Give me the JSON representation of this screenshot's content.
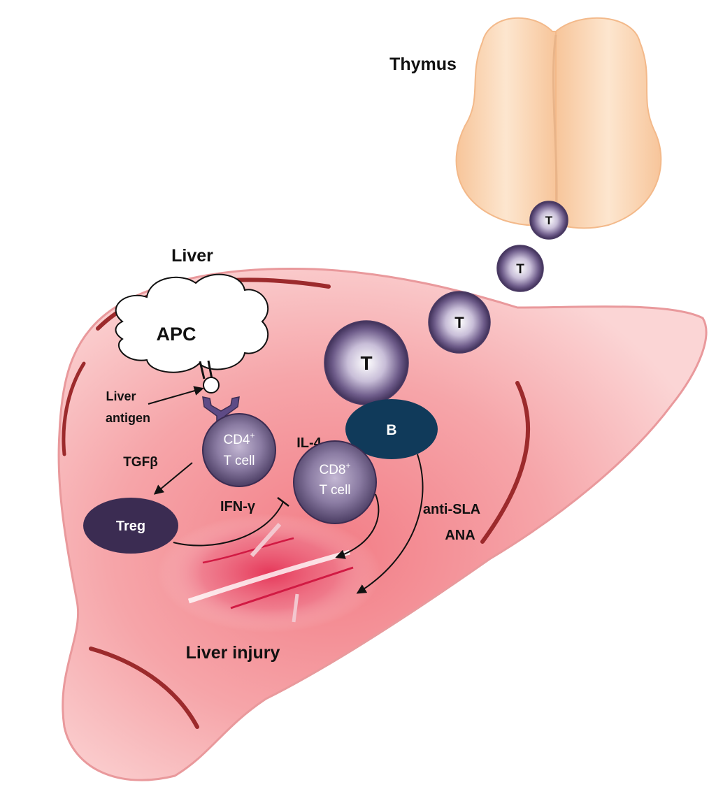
{
  "labels": {
    "thymus": "Thymus",
    "liver": "Liver",
    "apc": "APC",
    "liver_antigen_line1": "Liver",
    "liver_antigen_line2": "antigen",
    "il4": "IL-4",
    "tgfb": "TGFβ",
    "ifng": "IFN-γ",
    "anti_sla": "anti-SLA",
    "ana": "ANA",
    "liver_injury": "Liver injury"
  },
  "cells": {
    "t_cell": "T",
    "b_cell": "B",
    "treg": "Treg",
    "cd4_name": "CD4",
    "cd4_sup": "+",
    "cd4_line2": "T cell",
    "cd8_name": "CD8",
    "cd8_sup": "+",
    "cd8_line2": "T cell"
  },
  "colors": {
    "liver_fill": "#f7b4b6",
    "liver_stroke": "#e58f92",
    "thymus_fill": "#fbd2ac",
    "t_cell": "#6b5a86",
    "b_cell": "#103a5a",
    "treg": "#3b2c52",
    "receptor": "#5e4b86",
    "injury": "#d9234a"
  }
}
